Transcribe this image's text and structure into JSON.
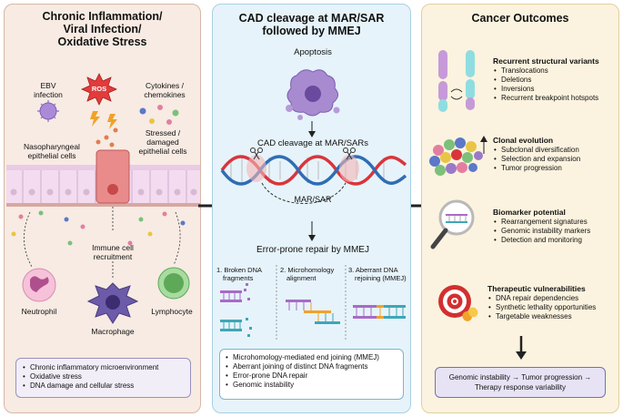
{
  "panel1": {
    "title_lines": [
      "Chronic Inflammation/",
      "Viral Infection/",
      "Oxidative Stress"
    ],
    "ebv_lines": [
      "EBV",
      "infection"
    ],
    "ros_label": "ROS",
    "cytokines_lines": [
      "Cytokines /",
      "chemokines"
    ],
    "stressed_lines": [
      "Stressed /",
      "damaged",
      "epithelial cells"
    ],
    "epithelial_lines": [
      "Nasopharyngeal",
      "epithelial cells"
    ],
    "immune_lines": [
      "Immune cell",
      "recruitment"
    ],
    "neutrophil": "Neutrophil",
    "macrophage": "Macrophage",
    "lymphocyte": "Lymphocyte",
    "bullets": [
      "Chronic inflammatory microenvironment",
      "Oxidative stress",
      "DNA damage and cellular stress"
    ]
  },
  "panel2": {
    "title_lines": [
      "CAD cleavage at MAR/SAR",
      "followed by MMEJ"
    ],
    "apoptosis": "Apoptosis",
    "cleavage": "CAD cleavage at MAR/SARs",
    "marsar": "MAR/SAR",
    "repair_title": "Error-prone repair by MMEJ",
    "step1_lines": [
      "1. Broken DNA",
      "fragments"
    ],
    "step2_lines": [
      "2. Microhomology",
      "alignment"
    ],
    "step3_lines": [
      "3. Aberrant DNA",
      "rejoining (MMEJ)"
    ],
    "bullets": [
      "Microhomology-mediated end joining (MMEJ)",
      "Aberrant joining of distinct DNA fragments",
      "Error-prone DNA repair",
      "Genomic instability"
    ]
  },
  "panel3": {
    "title": "Cancer Outcomes",
    "sv_title": "Recurrent structural variants",
    "sv_items": [
      "Translocations",
      "Deletions",
      "Inversions",
      "Recurrent breakpoint hotspots"
    ],
    "clonal_title": "Clonal evolution",
    "clonal_items": [
      "Subclonal diversification",
      "Selection and expansion",
      "Tumor progression"
    ],
    "biomarker_title": "Biomarker potential",
    "biomarker_items": [
      "Rearrangement signatures",
      "Genomic instability markers",
      "Detection and monitoring"
    ],
    "therapy_title": "Therapeutic vulnerabilities",
    "therapy_items": [
      "DNA repair dependencies",
      "Synthetic lethality opportunities",
      "Targetable weaknesses"
    ],
    "summary_lines": [
      "Genomic instability → Tumor progression →",
      "Therapy response variability"
    ]
  },
  "colors": {
    "dna_red": "#d9353a",
    "dna_blue": "#2f6db3",
    "purple_cell": "#9a7ac7",
    "macrophage": "#6c5ba8",
    "lymphocyte": "#7cc07a",
    "neutrophil": "#e08bb5",
    "target_red": "#d32f2f"
  }
}
